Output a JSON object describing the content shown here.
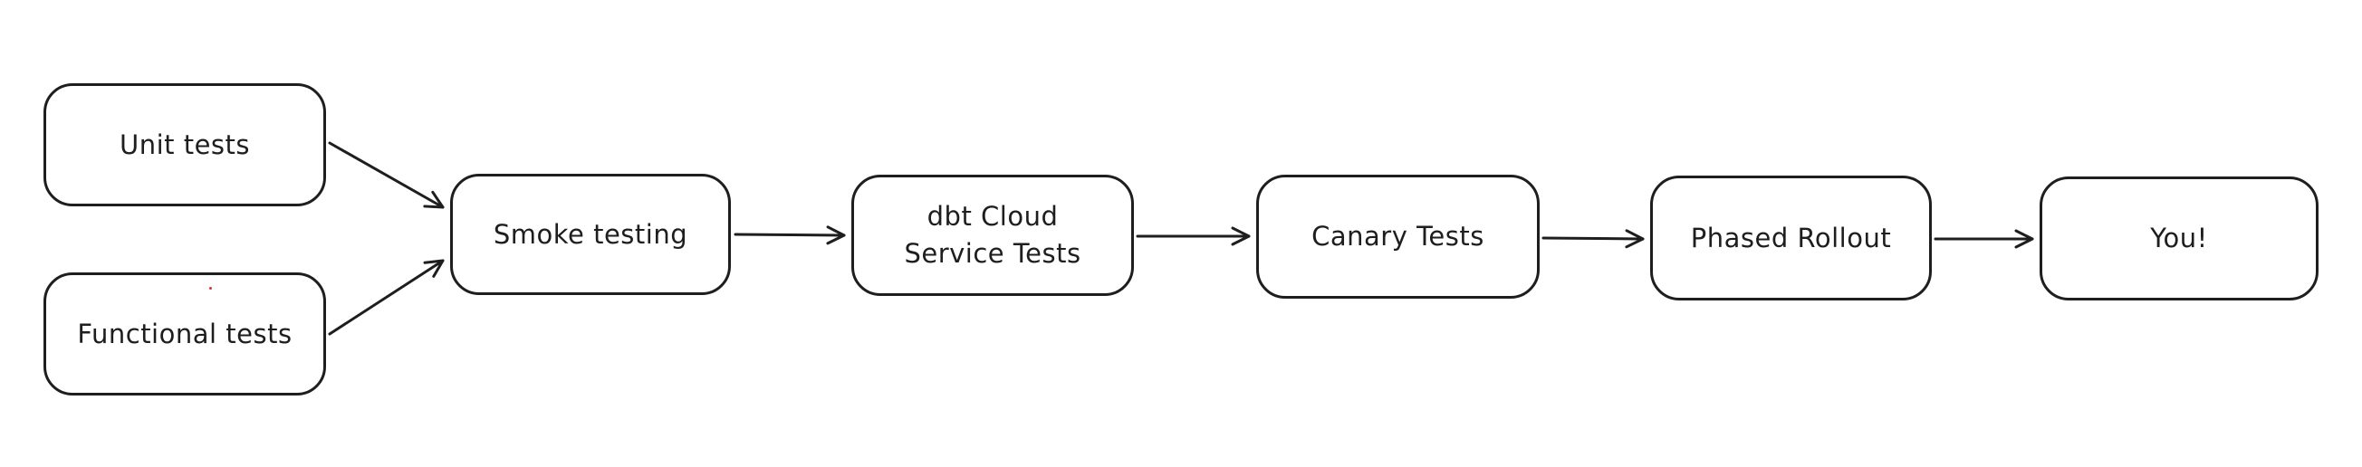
{
  "diagram": {
    "title": "Release testing pipeline flowchart",
    "background_color": "#ffffff",
    "stroke_color": "#1e1e1e",
    "artifact_dot_color": "#e03131",
    "nodes": {
      "unit": {
        "label": "Unit tests"
      },
      "functional": {
        "label": "Functional tests"
      },
      "smoke": {
        "label": "Smoke testing"
      },
      "dbt": {
        "label": "dbt Cloud\nService Tests"
      },
      "canary": {
        "label": "Canary Tests"
      },
      "phased": {
        "label": "Phased Rollout"
      },
      "you": {
        "label": "You!"
      }
    },
    "edges": [
      {
        "from": "unit",
        "to": "smoke"
      },
      {
        "from": "functional",
        "to": "smoke"
      },
      {
        "from": "smoke",
        "to": "dbt"
      },
      {
        "from": "dbt",
        "to": "canary"
      },
      {
        "from": "canary",
        "to": "phased"
      },
      {
        "from": "phased",
        "to": "you"
      }
    ]
  }
}
